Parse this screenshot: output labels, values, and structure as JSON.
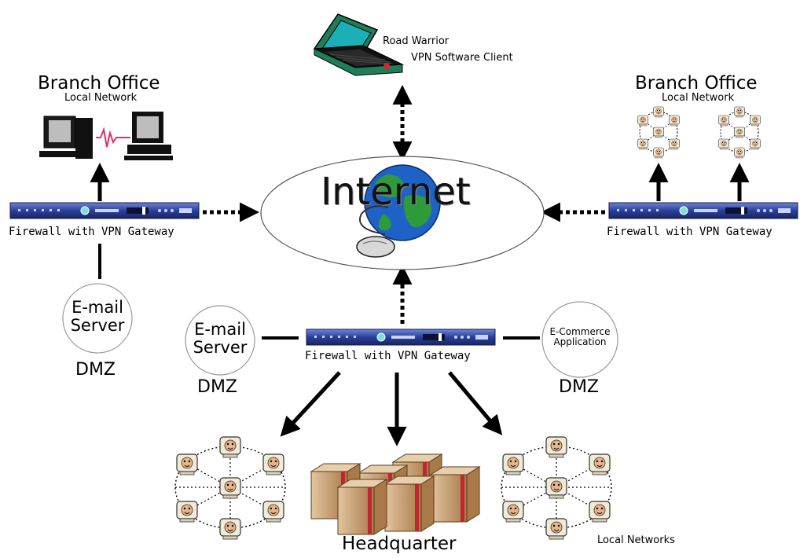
{
  "branch_left": {
    "title": "Branch Office",
    "subtitle": "Local Network",
    "firewall_label": "Firewall with VPN Gateway",
    "server_line1": "E-mail",
    "server_line2": "Server",
    "dmz_label": "DMZ"
  },
  "road_warrior": {
    "line1": "Road Warrior",
    "line2": "VPN Software Client"
  },
  "branch_right": {
    "title": "Branch Office",
    "subtitle": "Local Network",
    "firewall_label": "Firewall with VPN Gateway"
  },
  "internet": {
    "label": "Internet"
  },
  "headquarter": {
    "firewall_label": "Firewall with VPN Gateway",
    "server_line1": "E-mail",
    "server_line2": "Server",
    "dmz_left_label": "DMZ",
    "ecommerce_line1": "E-Commerce",
    "ecommerce_line2": "Application",
    "dmz_right_label": "DMZ",
    "title": "Headquarter",
    "local_networks_label": "Local Networks"
  },
  "colors": {
    "firewall_blue": "#2b3f9a",
    "firewall_light": "#6e85d6",
    "globe_blue": "#1e62c8",
    "globe_green": "#2f9a3a",
    "server_tan": "#c49a6c",
    "server_red": "#c0272d",
    "laptop_green": "#1f7d5a",
    "laptop_screen": "#1bb0b8",
    "signal_red": "#e0306a"
  }
}
